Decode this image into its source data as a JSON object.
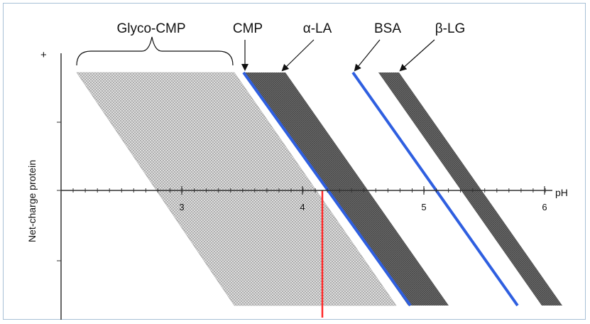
{
  "diagram": {
    "y_axis_title": "Net-charge protein",
    "y_axis_plus": "+",
    "x_axis_title": "pH",
    "x_ticks": [
      "3",
      "4",
      "5",
      "6"
    ],
    "labels": {
      "glyco_cmp": "Glyco-CMP",
      "cmp": "CMP",
      "alpha_la": "α-LA",
      "bsa": "BSA",
      "beta_lg": "β-LG"
    },
    "colors": {
      "axis": "#333333",
      "dark_band": "#5a5a5a",
      "hatched_band": "#bdbdbd",
      "blue_line": "#2f5fe0",
      "red_line": "#ff2a2a",
      "frame": "#a7c0d6"
    }
  }
}
